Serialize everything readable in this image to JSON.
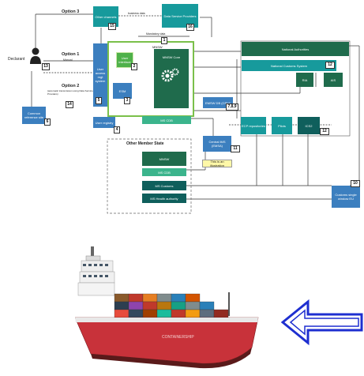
{
  "diagram": {
    "option3": "Option 3",
    "other_channels": "Other channels",
    "other_channels_num": "15",
    "business_data": "business data",
    "data_service_providers": "Data Service Providers",
    "dsp_num": "16",
    "mandatory_data": "Mandatory data",
    "maritime_num": "1",
    "maritime_label": "MNSW",
    "declarant": "Declarant",
    "declarant_num": "13",
    "option1": "Option 1",
    "option1_sub": "Manual",
    "option2": "Option 2",
    "option2_sub": "(automatic transmission using Data Service Providers)",
    "option2_num": "14",
    "common_reference": "Common reference site",
    "common_reference_num": "6",
    "user_access": "User access mgt system",
    "user_access_num": "5",
    "ui_box": "User interface",
    "ui_num": "2",
    "core_box": "MNSW Core",
    "esm_box": "ESM",
    "esm_num": "3",
    "ms_cdb": "MS CDB",
    "user_registry": "User registry",
    "user_registry_num": "4",
    "national_authorities": "National Authorities",
    "national_customs": "National Customs System",
    "national_customs_num": "12",
    "ria": "RIA",
    "ais": "AIS",
    "emsw_database": "EMSW DB (CRM)",
    "emsw_database_num": "7,8,9",
    "ecp_repos": "ECP repositories",
    "pilots": "Pilots",
    "ics2": "ICS2",
    "ics2_num": "12",
    "central_ims": "Central IMS (EMSA)",
    "central_ims_num": "11",
    "illustration_note": "This is an illustration",
    "other_member_state": "Other Member State",
    "oms_mnsw": "MNSW",
    "oms_cdb": "MS CDB",
    "oms_customs": "MS Customs",
    "oms_health": "MS Health authority",
    "customs_single_window": "Customs single window EU",
    "csw_num": "10"
  },
  "bottom": {
    "ship_alt": "container-ship-illustration",
    "arrow_alt": "left-arrow-icon"
  },
  "colors": {
    "teal": "#179a9c",
    "blue": "#3c7fbf",
    "dark_green": "#1f6b4c",
    "green": "#4fb14a",
    "hull_red": "#c8323a",
    "arrow_blue": "#1e2fd0"
  }
}
